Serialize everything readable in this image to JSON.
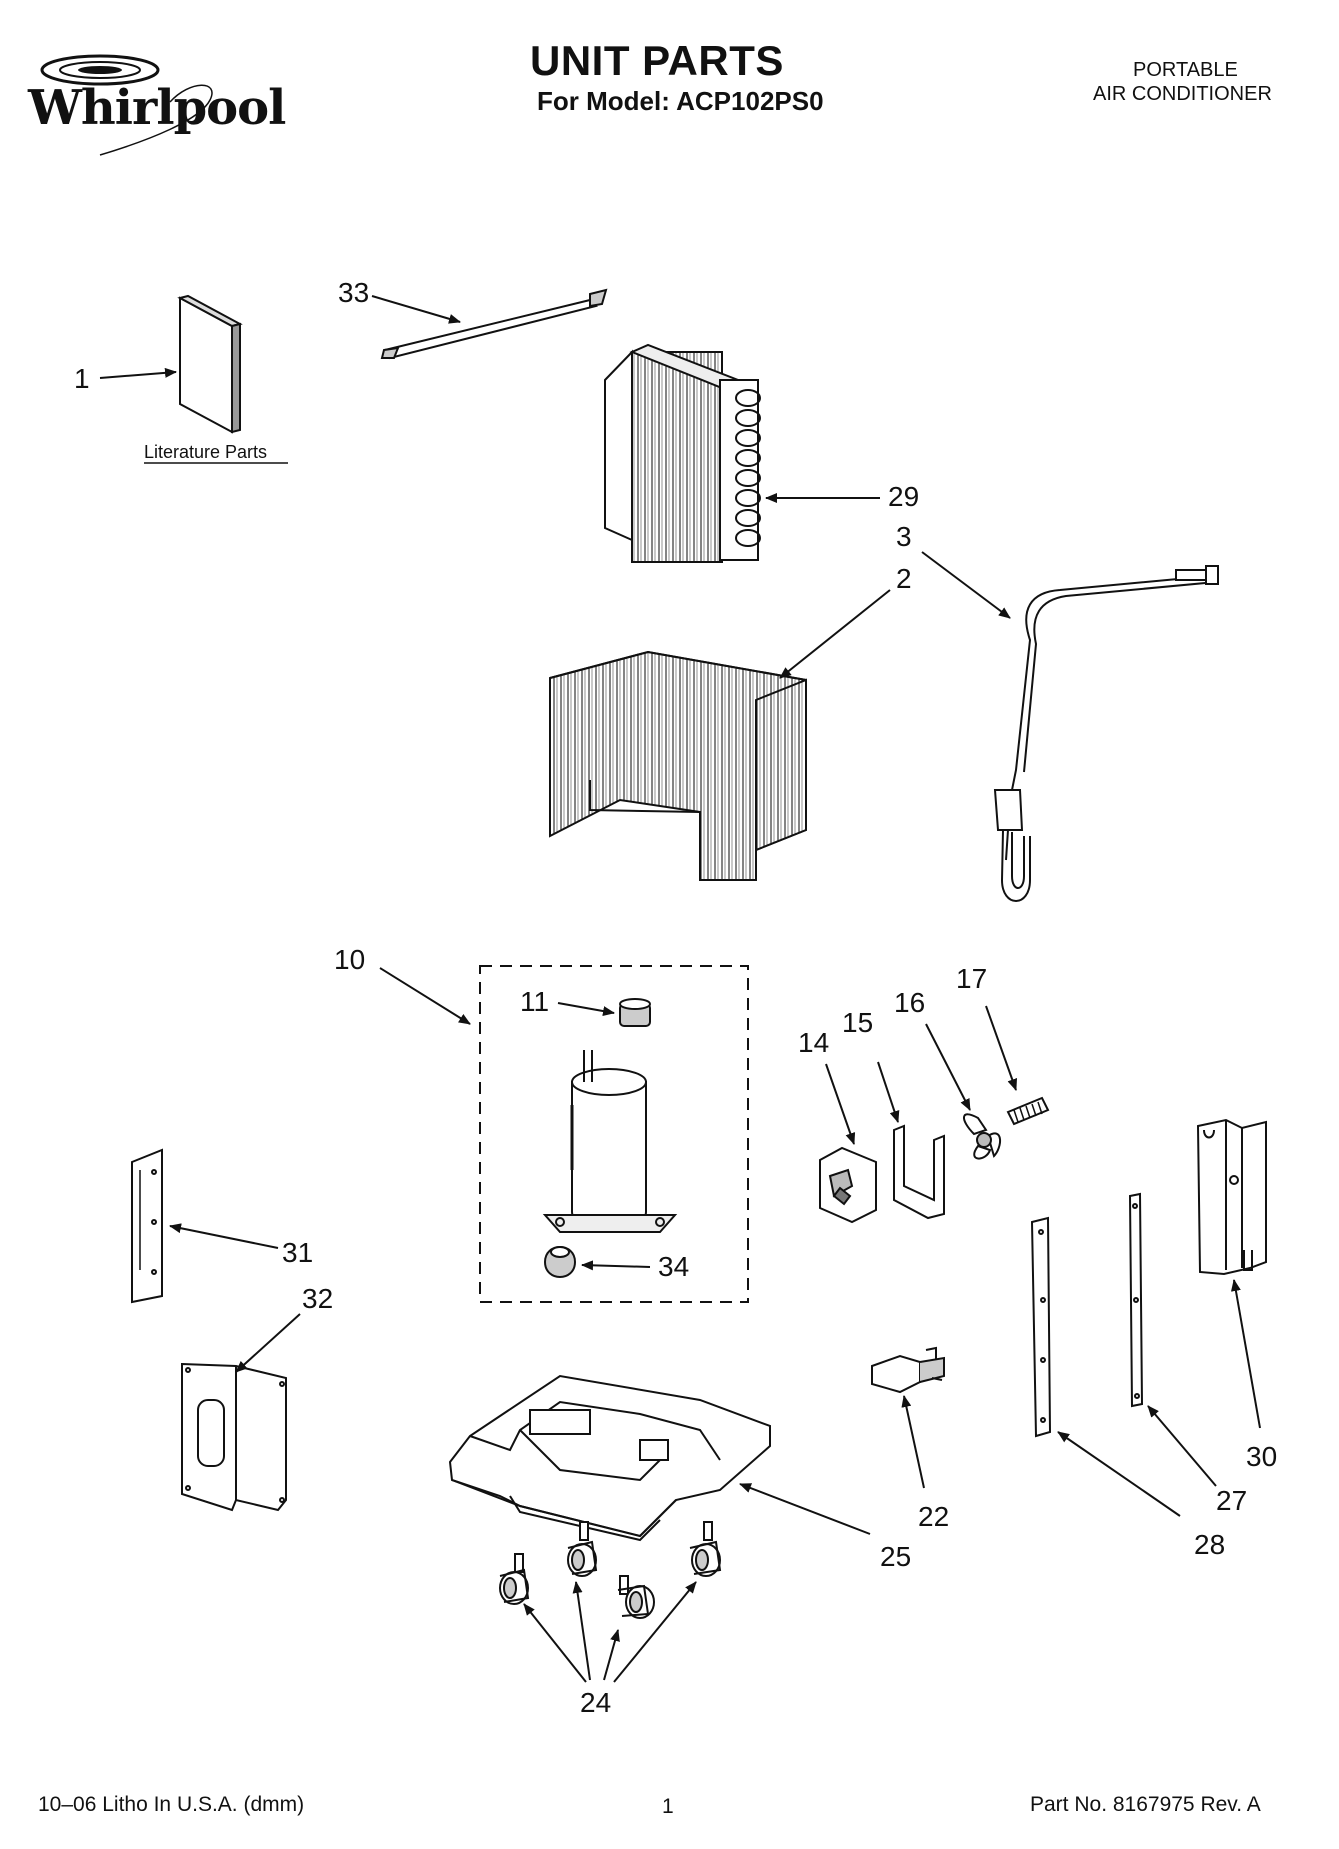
{
  "header": {
    "logo": "Whirlpool",
    "title": "UNIT PARTS",
    "model_line": "For Model: ACP102PS0",
    "product_line1": "PORTABLE",
    "product_line2": "AIR CONDITIONER"
  },
  "literature_label": "Literature Parts",
  "callouts": {
    "c1": "1",
    "c2": "2",
    "c3": "3",
    "c10": "10",
    "c11": "11",
    "c14": "14",
    "c15": "15",
    "c16": "16",
    "c17": "17",
    "c22": "22",
    "c24": "24",
    "c25": "25",
    "c27": "27",
    "c28": "28",
    "c29": "29",
    "c30": "30",
    "c31": "31",
    "c32": "32",
    "c33": "33",
    "c34": "34"
  },
  "footer": {
    "left": "10–06 Litho In U.S.A. (dmm)",
    "center": "1",
    "right": "Part No. 8167975 Rev. A"
  }
}
